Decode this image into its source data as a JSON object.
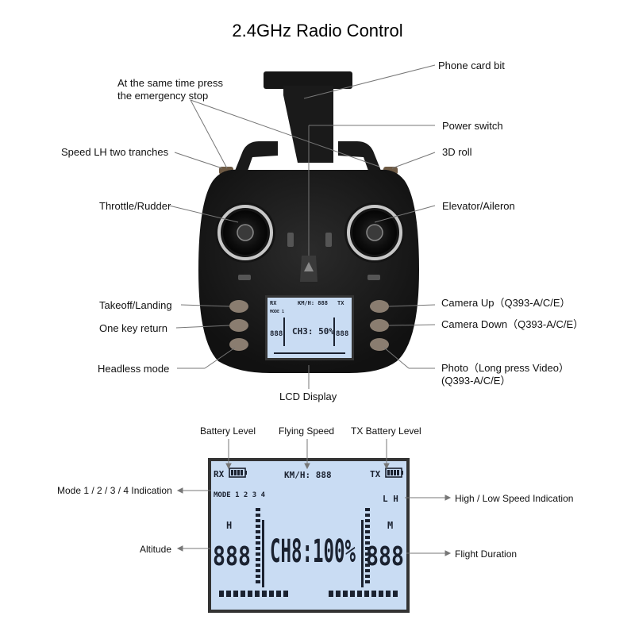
{
  "title": "2.4GHz Radio Control",
  "controller_labels": {
    "phone_card_bit": "Phone card bit",
    "emergency_stop_line1": "At the same time press",
    "emergency_stop_line2": "the emergency stop",
    "power_switch": "Power switch",
    "speed_lh": "Speed LH two tranches",
    "roll_3d": "3D roll",
    "throttle_rudder": "Throttle/Rudder",
    "elevator_aileron": "Elevator/Aileron",
    "takeoff_landing": "Takeoff/Landing",
    "camera_up": "Camera Up（Q393-A/C/E）",
    "one_key_return": "One key return",
    "camera_down": "Camera Down（Q393-A/C/E）",
    "headless_mode": "Headless mode",
    "photo_line1": "Photo（Long press Video）",
    "photo_line2": "(Q393-A/C/E）",
    "lcd_display": "LCD Display"
  },
  "small_lcd": {
    "rx": "RX",
    "kmh": "KM/H: 888",
    "tx": "TX",
    "mode": "MODE 1",
    "ch": "CH3: 50%",
    "left_digits": "888",
    "right_digits": "888"
  },
  "lcd_labels": {
    "battery_level": "Battery Level",
    "flying_speed": "Flying Speed",
    "tx_battery_level": "TX Battery Level",
    "mode_indication": "Mode 1 / 2 / 3 / 4 Indication",
    "speed_indication": "High / Low Speed Indication",
    "altitude": "Altitude",
    "flight_duration": "Flight Duration"
  },
  "big_lcd": {
    "rx": "RX",
    "kmh": "KM/H: 888",
    "tx": "TX",
    "mode": "MODE 1 2 3 4",
    "lh": "L H",
    "h": "H",
    "m": "M",
    "left_digits": "888",
    "ch": "CH8:100%",
    "right_digits": "888"
  },
  "colors": {
    "body": "#1c1c1c",
    "lcd_screen": "#c9dcf3",
    "lcd_segments": "#1b2230",
    "leader_lines": "#777777",
    "buttons": "#8a7d70"
  }
}
